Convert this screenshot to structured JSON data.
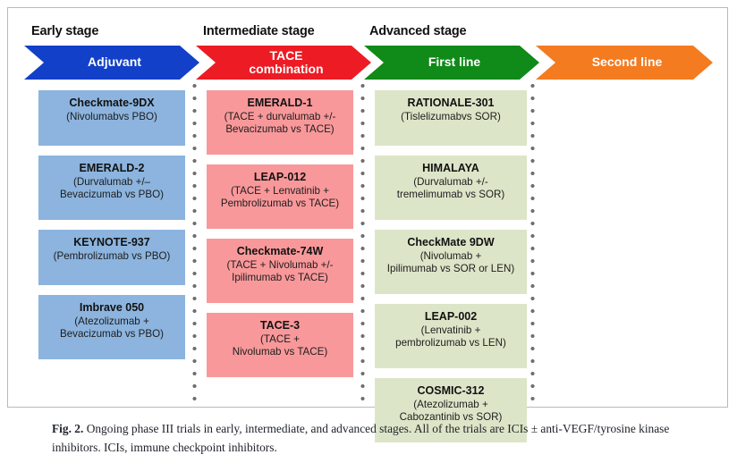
{
  "figure": {
    "caption_label": "Fig. 2.",
    "caption_text": " Ongoing phase III trials in early, intermediate, and advanced stages. All of the trials are ICIs ± anti-VEGF/tyrosine kinase inhibitors. ICIs, immune checkpoint inhibitors."
  },
  "colors": {
    "early_arrow": "#1340C8",
    "early_card": "#8CB4DE",
    "intermediate_arrow": "#ED1C24",
    "intermediate_card": "#F9989A",
    "advanced_arrow": "#108A18",
    "advanced_card": "#DDE5C8",
    "second_line_arrow": "#F47B20",
    "panel_border": "#b9b9b9",
    "dot_separator": "#6e6e6e"
  },
  "stages": [
    {
      "id": "early",
      "heading": "Early stage",
      "arrow_label": "Adjuvant",
      "arrow_label_line2": "",
      "trials": [
        {
          "name": "Checkmate-9DX",
          "detail": "(Nivolumabvs PBO)"
        },
        {
          "name": "EMERALD-2",
          "detail": "(Durvalumab +/–\nBevacizumab vs PBO)"
        },
        {
          "name": "KEYNOTE-937",
          "detail": "(Pembrolizumab vs PBO)"
        },
        {
          "name": "Imbrave 050",
          "detail": "(Atezolizumab +\nBevacizumab vs PBO)"
        }
      ]
    },
    {
      "id": "intermediate",
      "heading": "Intermediate stage",
      "arrow_label": "TACE",
      "arrow_label_line2": "combination",
      "trials": [
        {
          "name": "EMERALD-1",
          "detail": "(TACE + durvalumab +/-\nBevacizumab vs TACE)"
        },
        {
          "name": "LEAP-012",
          "detail": "(TACE + Lenvatinib +\nPembrolizumab vs TACE)"
        },
        {
          "name": "Checkmate-74W",
          "detail": "(TACE + Nivolumab +/-\nIpilimumab vs TACE)"
        },
        {
          "name": "TACE-3",
          "detail": "(TACE +\nNivolumab vs TACE)"
        }
      ]
    },
    {
      "id": "advanced",
      "heading": "Advanced stage",
      "arrow_label": "First line",
      "arrow_label_line2": "",
      "trials": [
        {
          "name": "RATIONALE-301",
          "detail": "(Tislelizumabvs SOR)"
        },
        {
          "name": "HIMALAYA",
          "detail": "(Durvalumab +/-\ntremelimumab vs SOR)"
        },
        {
          "name": "CheckMate 9DW",
          "detail": "(Nivolumab +\nIpilimumab vs SOR or LEN)"
        },
        {
          "name": "LEAP-002",
          "detail": "(Lenvatinib +\npembrolizumab vs LEN)"
        },
        {
          "name": "COSMIC-312",
          "detail": "(Atezolizumab +\nCabozantinib vs SOR)"
        }
      ]
    },
    {
      "id": "second-line",
      "heading": "",
      "arrow_label": "Second line",
      "arrow_label_line2": "",
      "trials": []
    }
  ]
}
